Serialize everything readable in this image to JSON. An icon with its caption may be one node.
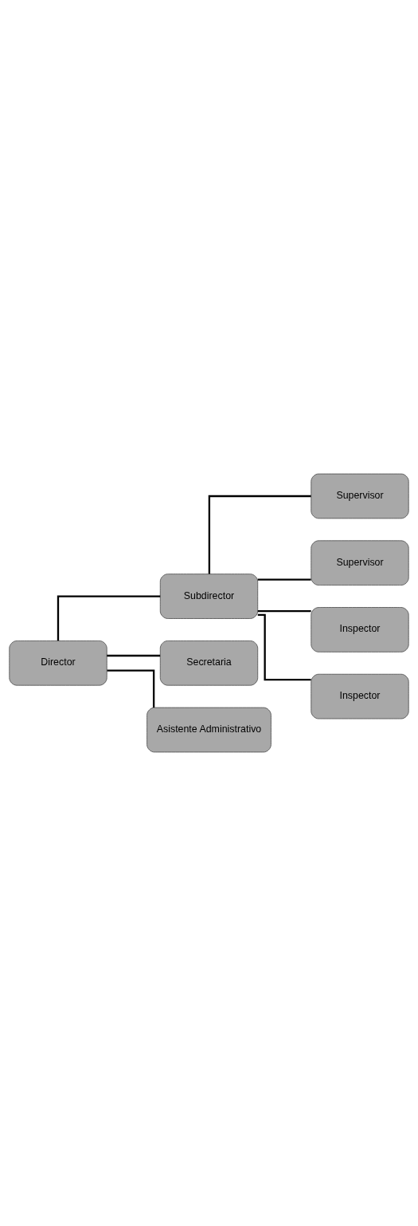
{
  "diagram": {
    "nodes": [
      {
        "text": [
          "Director"
        ]
      },
      {
        "text": [
          "Asistente Administrativo"
        ]
      },
      {
        "text": [
          "Secretaria"
        ]
      },
      {
        "text": [
          "Subdirector"
        ]
      },
      {
        "text": [
          "Inspector"
        ]
      },
      {
        "text": [
          "Inspector"
        ]
      },
      {
        "text": [
          "Supervisor"
        ]
      },
      {
        "text": [
          "Supervisor"
        ]
      }
    ],
    "edges": [
      {
        "from": 0,
        "to": 1,
        "arrow": "none"
      },
      {
        "from": 0,
        "to": 2,
        "arrow": "none"
      },
      {
        "from": 0,
        "to": 3,
        "arrow": "none"
      },
      {
        "from": 3,
        "to": 4,
        "arrow": "none"
      },
      {
        "from": 3,
        "to": 5,
        "arrow": "none"
      },
      {
        "from": 3,
        "to": 6,
        "arrow": "none"
      },
      {
        "from": 3,
        "to": 7,
        "arrow": "none"
      }
    ]
  }
}
